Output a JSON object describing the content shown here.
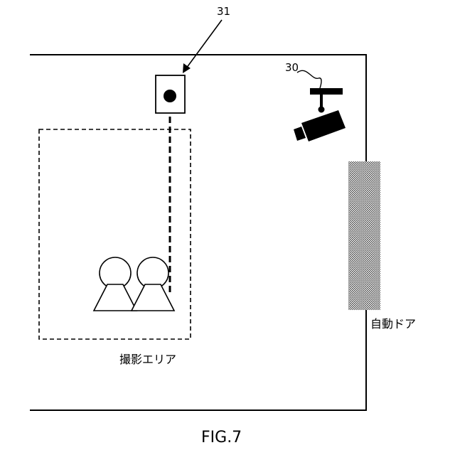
{
  "labels": {
    "ref_31": "31",
    "ref_30": "30",
    "shooting_area": "撮影エリア",
    "automatic_door": "自動ドア",
    "figure_caption": "FIG.7"
  },
  "icons": {
    "camera": "surveillance-camera-icon",
    "sensor": "sensor-device-icon",
    "person": "person-icon"
  },
  "colors": {
    "line": "#000000",
    "door_fill": "#a0a0a0",
    "background": "#ffffff"
  }
}
